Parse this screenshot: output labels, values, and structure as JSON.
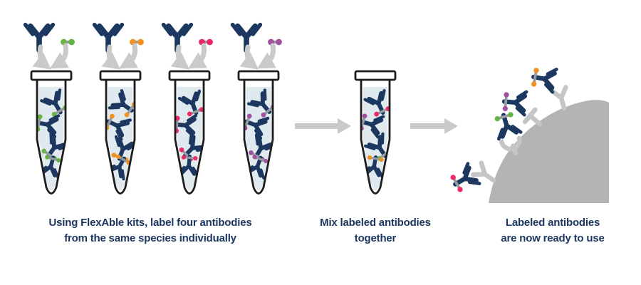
{
  "palette": {
    "navy": "#1c3860",
    "text_navy": "#1c3860",
    "arrow_gray": "#c8cacb",
    "connector_gray": "#969ca1",
    "receptor_gray": "#c3c5c6",
    "cell_gray": "#b3b4b5",
    "liquid_blue": "#dfe9ee",
    "outline_dark": "#1d1d1d",
    "cap_white": "#ffffff",
    "background": "#ffffff"
  },
  "probes": [
    {
      "name": "green",
      "color": "#67b346"
    },
    {
      "name": "orange",
      "color": "#f0901f"
    },
    {
      "name": "pink",
      "color": "#ee2766"
    },
    {
      "name": "purple",
      "color": "#a1519f"
    }
  ],
  "step1": {
    "caption": [
      "Using FlexAble kits, label four antibodies",
      "from the same species individually"
    ],
    "tubes": [
      {
        "probe": "green"
      },
      {
        "probe": "orange"
      },
      {
        "probe": "pink"
      },
      {
        "probe": "purple"
      }
    ]
  },
  "step2": {
    "caption": [
      "Mix labeled antibodies",
      "together"
    ],
    "tube_contents": [
      "pink",
      "purple",
      "green",
      "orange"
    ]
  },
  "step3": {
    "caption": [
      "Labeled antibodies",
      "are now ready to use"
    ],
    "bound_antibodies": [
      "orange",
      "purple",
      "green",
      "pink"
    ]
  }
}
